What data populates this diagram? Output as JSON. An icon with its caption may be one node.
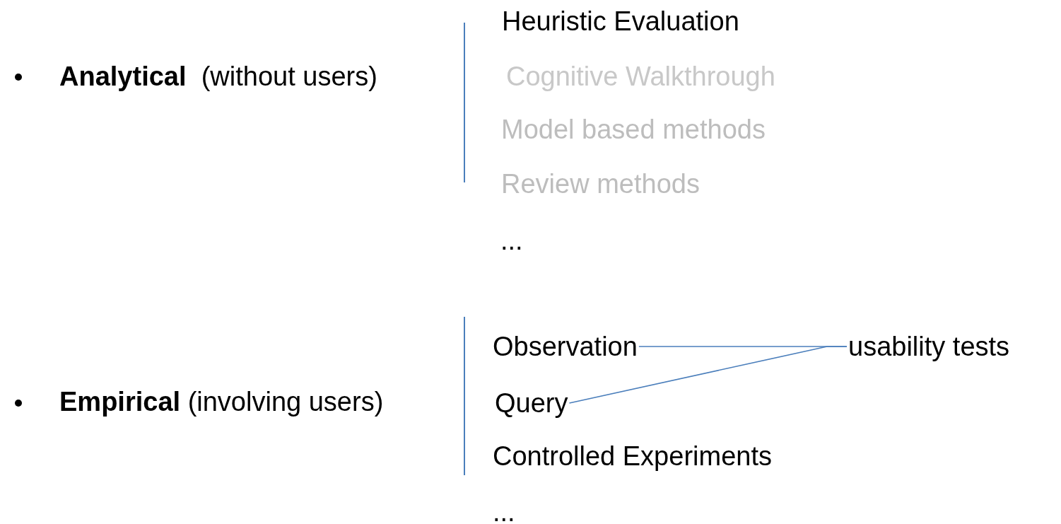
{
  "diagram": {
    "nodes": [
      {
        "text": [
          "Observation"
        ]
      },
      {
        "text": [
          "Query"
        ]
      },
      {
        "text": [
          "usability tests"
        ]
      }
    ],
    "edges": [
      {
        "from": 0,
        "to": 2,
        "arrow": "none"
      },
      {
        "from": 1,
        "to": 2,
        "arrow": "none"
      }
    ],
    "labels": [
      "**Analytical**  (without users)",
      "Heuristic Evaluation",
      "Cognitive Walkthrough",
      "Model based methods",
      "Review methods",
      "...",
      "**Empirical** (involving users)",
      "Controlled Experiments",
      "..."
    ]
  }
}
